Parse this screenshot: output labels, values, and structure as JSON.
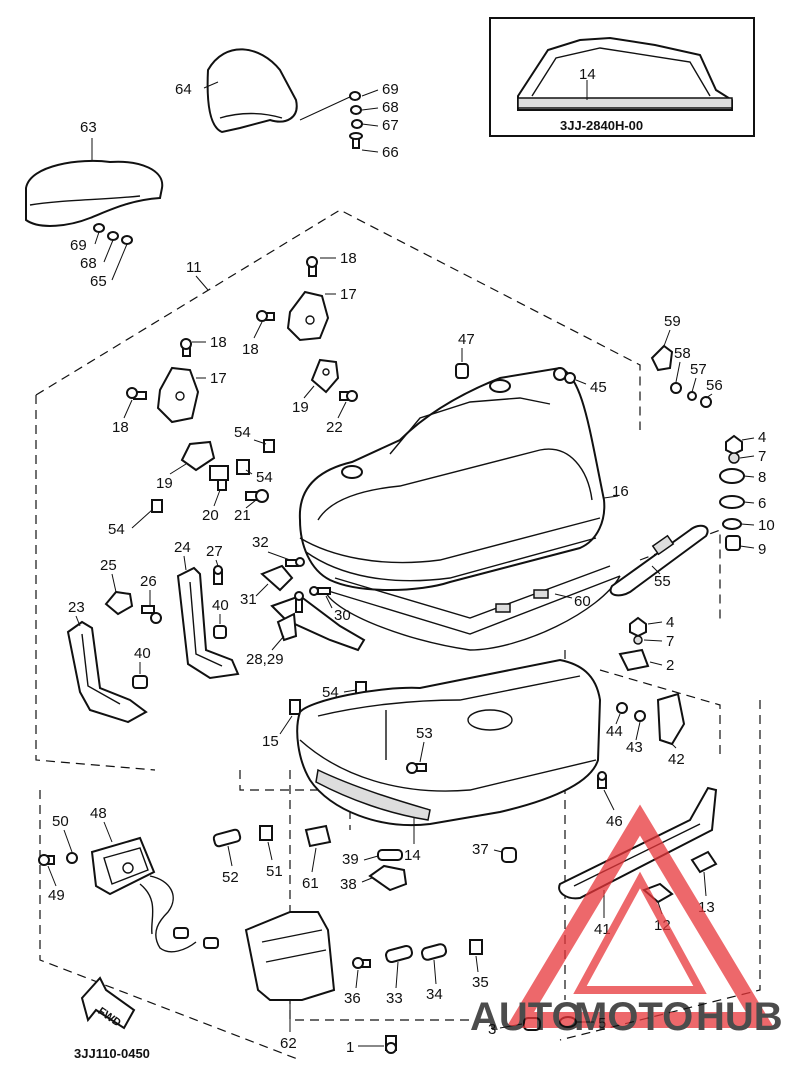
{
  "diagram_code": "3JJ110-0450",
  "inset_code": "3JJ-2840H-00",
  "inset_part": "14",
  "direction_arrow": "FWD",
  "watermark": {
    "auto": "AUTO",
    "moto": "MOTO",
    "hub": "HUB",
    "accent_color": "#e8363a",
    "dark_color": "#3a3a3a"
  },
  "labels": {
    "l64": "64",
    "l63": "63",
    "l69a": "69",
    "l68a": "68",
    "l67": "67",
    "l66": "66",
    "l69b": "69",
    "l68b": "68",
    "l65": "65",
    "l11": "11",
    "l18a": "18",
    "l17a": "17",
    "l18b": "18",
    "l18c": "18",
    "l17b": "17",
    "l18d": "18",
    "l19a": "19",
    "l22": "22",
    "l47": "47",
    "l45": "45",
    "l59": "59",
    "l58": "58",
    "l57": "57",
    "l56": "56",
    "l54a": "54",
    "l54b": "54",
    "l19b": "19",
    "l20": "20",
    "l21": "21",
    "l54c": "54",
    "l16": "16",
    "l4a": "4",
    "l7a": "7",
    "l8": "8",
    "l6": "6",
    "l10": "10",
    "l9": "9",
    "l25": "25",
    "l26": "26",
    "l23": "23",
    "l24": "24",
    "l27": "27",
    "l32": "32",
    "l31": "31",
    "l40a": "40",
    "l30": "30",
    "l55": "55",
    "l60": "60",
    "l2829": "28,29",
    "l40b": "40",
    "l4b": "4",
    "l7b": "7",
    "l2": "2",
    "l54d": "54",
    "l15": "15",
    "l44": "44",
    "l43": "43",
    "l42": "42",
    "l53": "53",
    "l46": "46",
    "l50": "50",
    "l48": "48",
    "l37": "37",
    "l14": "14",
    "l39": "39",
    "l38": "38",
    "l52": "52",
    "l51": "51",
    "l61": "61",
    "l49": "49",
    "l41": "41",
    "l12": "12",
    "l13": "13",
    "l36": "36",
    "l33": "33",
    "l34": "34",
    "l35": "35",
    "l3": "3",
    "l5": "5",
    "l62": "62",
    "l1": "1"
  }
}
